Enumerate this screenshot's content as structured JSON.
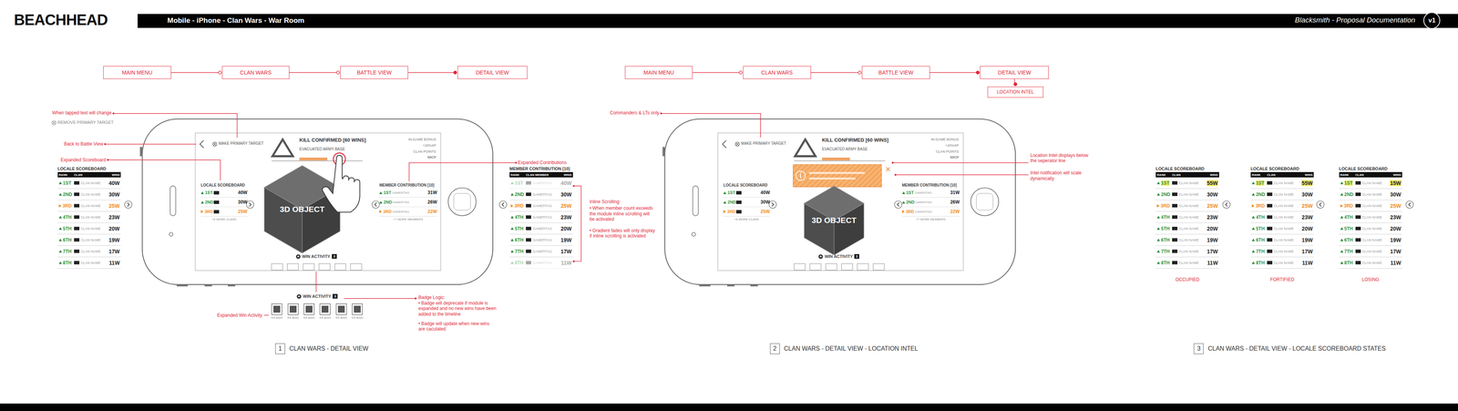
{
  "diagram": {
    "title": "Mobile - iPhone - Clan Wars - War Room",
    "nodes": [
      {
        "text": [
          "MAIN MENU"
        ]
      },
      {
        "text": [
          "CLAN WARS"
        ]
      },
      {
        "text": [
          "BATTLE VIEW"
        ]
      },
      {
        "text": [
          "DETAIL VIEW"
        ]
      },
      {
        "text": [
          "MAIN MENU"
        ]
      },
      {
        "text": [
          "CLAN WARS"
        ]
      },
      {
        "text": [
          "BATTLE VIEW"
        ]
      },
      {
        "text": [
          "DETAIL VIEW"
        ]
      },
      {
        "text": [
          "LOCATION INTEL"
        ]
      },
      {
        "text": [
          "v1"
        ]
      },
      {
        "text": [
          "LOCALE SCOREBOARD",
          "RANK",
          "CLAN",
          "WINS",
          "1ST",
          "CLAN NAME",
          "40W",
          "2ND",
          "CLAN NAME",
          "30W",
          "3RD",
          "CLAN NAME",
          "25W",
          "4TH",
          "CLAN NAME",
          "23W",
          "5TH",
          "CLAN NAME",
          "20W",
          "6TH",
          "CLAN NAME",
          "19W",
          "7TH",
          "CLAN NAME",
          "17W",
          "8TH",
          "CLAN NAME",
          "11W"
        ]
      },
      {
        "text": [
          "LOCALE SCOREBOARD",
          "1ST",
          "40W",
          "2ND",
          "30W",
          "3RD",
          "25W",
          "+6 MORE CLANS"
        ]
      },
      {
        "text": [
          "3D OBJECT"
        ]
      },
      {
        "text": [
          "MEMBER CONTRIBUTION [10]",
          "1ST",
          "GAMERTAG",
          "31W",
          "2ND",
          "GAMERTAG",
          "26W",
          "3RD",
          "GAMERTAG",
          "22W",
          "+7 MORE MEMBERS"
        ]
      },
      {
        "text": [
          "WIN ACTIVITY",
          "3"
        ]
      },
      {
        "text": [
          "MEMBER CONTRIBUTION [10]",
          "RANK",
          "CLAN MEMBER",
          "WINS",
          "1ST",
          "GAMERTAG",
          "40W",
          "2ND",
          "GAMERTAG",
          "30W",
          "3RD",
          "GAMERTAG",
          "25W",
          "4TH",
          "GAMERTAG",
          "23W",
          "5TH",
          "GAMERTAG",
          "20W",
          "6TH",
          "GAMERTAG",
          "19W",
          "7TH",
          "GAMERTAG",
          "17W",
          "8TH",
          "GAMERTAG",
          "11W"
        ]
      },
      {
        "text": [
          "WIN ACTIVITY",
          "3",
          "XX AGO",
          "XX AGO",
          "XX AGO",
          "XX AGO",
          "XX AGO",
          "XX AGO"
        ]
      },
      {
        "text": [
          "1",
          "CLAN WARS - DETAIL VIEW"
        ]
      },
      {
        "text": [
          "LOCALE SCOREBOARD",
          "1ST",
          "40W",
          "2ND",
          "30W",
          "3RD",
          "25W",
          "+6 MORE CLANS"
        ]
      },
      {
        "text": [
          "3D OBJECT"
        ]
      },
      {
        "text": [
          "MEMBER CONTRIBUTION [10]",
          "1ST",
          "GAMERTAG",
          "31W",
          "2ND",
          "GAMERTAG",
          "26W",
          "3RD",
          "GAMERTAG",
          "22W",
          "+7 MORE MEMBERS"
        ]
      },
      {
        "text": [
          "WIN ACTIVITY",
          "3"
        ]
      },
      {
        "text": [
          "2",
          "CLAN WARS - DETAIL VIEW - LOCATION INTEL"
        ]
      },
      {
        "text": [
          "LOCALE SCOREBOARD",
          "RANK",
          "CLAN",
          "WINS",
          "1ST",
          "CLAN NAME",
          "55W",
          "2ND",
          "CLAN NAME",
          "30W",
          "3RD",
          "CLAN NAME",
          "25W",
          "4TH",
          "CLAN NAME",
          "23W",
          "5TH",
          "CLAN NAME",
          "20W",
          "6TH",
          "CLAN NAME",
          "19W",
          "7TH",
          "CLAN NAME",
          "17W",
          "8TH",
          "CLAN NAME",
          "11W",
          "OCCUPIED"
        ]
      },
      {
        "text": [
          "LOCALE SCOREBOARD",
          "RANK",
          "CLAN",
          "WINS",
          "1ST",
          "CLAN NAME",
          "55W",
          "2ND",
          "CLAN NAME",
          "30W",
          "3RD",
          "CLAN NAME",
          "25W",
          "4TH",
          "CLAN NAME",
          "23W",
          "5TH",
          "CLAN NAME",
          "20W",
          "6TH",
          "CLAN NAME",
          "19W",
          "7TH",
          "CLAN NAME",
          "17W",
          "8TH",
          "CLAN NAME",
          "11W",
          "FORTIFIED"
        ]
      },
      {
        "text": [
          "LOCALE SCOREBOARD",
          "RANK",
          "CLAN",
          "WINS",
          "1ST",
          "CLAN NAME",
          "15W",
          "2ND",
          "CLAN NAME",
          "30W",
          "3RD",
          "CLAN NAME",
          "25W",
          "4TH",
          "CLAN NAME",
          "23W",
          "5TH",
          "CLAN NAME",
          "20W",
          "6TH",
          "CLAN NAME",
          "19W",
          "7TH",
          "CLAN NAME",
          "17W",
          "8TH",
          "CLAN NAME",
          "11W",
          "LOSING"
        ]
      },
      {
        "text": [
          "3",
          "CLAN WARS - DETAIL VIEW - LOCALE SCOREBOARD STATES"
        ]
      }
    ],
    "edges": [
      {
        "from": 0,
        "to": 1,
        "arrow": "to"
      },
      {
        "from": 1,
        "to": 2,
        "arrow": "to"
      },
      {
        "from": 2,
        "to": 3,
        "arrow": "to"
      },
      {
        "from": 4,
        "to": 5,
        "arrow": "to"
      },
      {
        "from": 5,
        "to": 6,
        "arrow": "to"
      },
      {
        "from": 6,
        "to": 7,
        "arrow": "to"
      },
      {
        "from": 7,
        "to": 8,
        "arrow": "to"
      }
    ],
    "labels": [
      "BEACHHEAD",
      "Blacksmith - Proposal Documentation",
      "When tapped text will change",
      "REMOVE PRIMARY TARGET",
      "Back to Battle View",
      "Expanded Scoreboard",
      "Expanded Contributions",
      "Inline Scrolling:",
      "• When member count exceeds the module inline scrolling will be activated",
      "• Gradient fades will only display if inline scrolling is activated",
      "Expanded Win Activity",
      "Badge Logic:",
      "• Badge will deprecate if module is expanded and no new wins have been added to the timeline",
      "• Badge will update when new wins are caculated",
      "MAKE PRIMARY TARGET",
      "KILL CONFIRMED [60 WINS]",
      "EVACUATED ARMY BASE",
      "IN-GAME BONUS",
      "+20%XP",
      "CLAN POINTS",
      "50CP",
      "Commanders & LTs only",
      "MAKE PRIMARY TARGET",
      "KILL CONFIRMED [60 WINS]",
      "EVACUATED ARMY BASE",
      "IN-GAME BONUS",
      "+20%XP",
      "CLAN POINTS",
      "50CP",
      "Location Intel displays below the seperator line",
      "Intel notification will scale dynamically"
    ]
  }
}
